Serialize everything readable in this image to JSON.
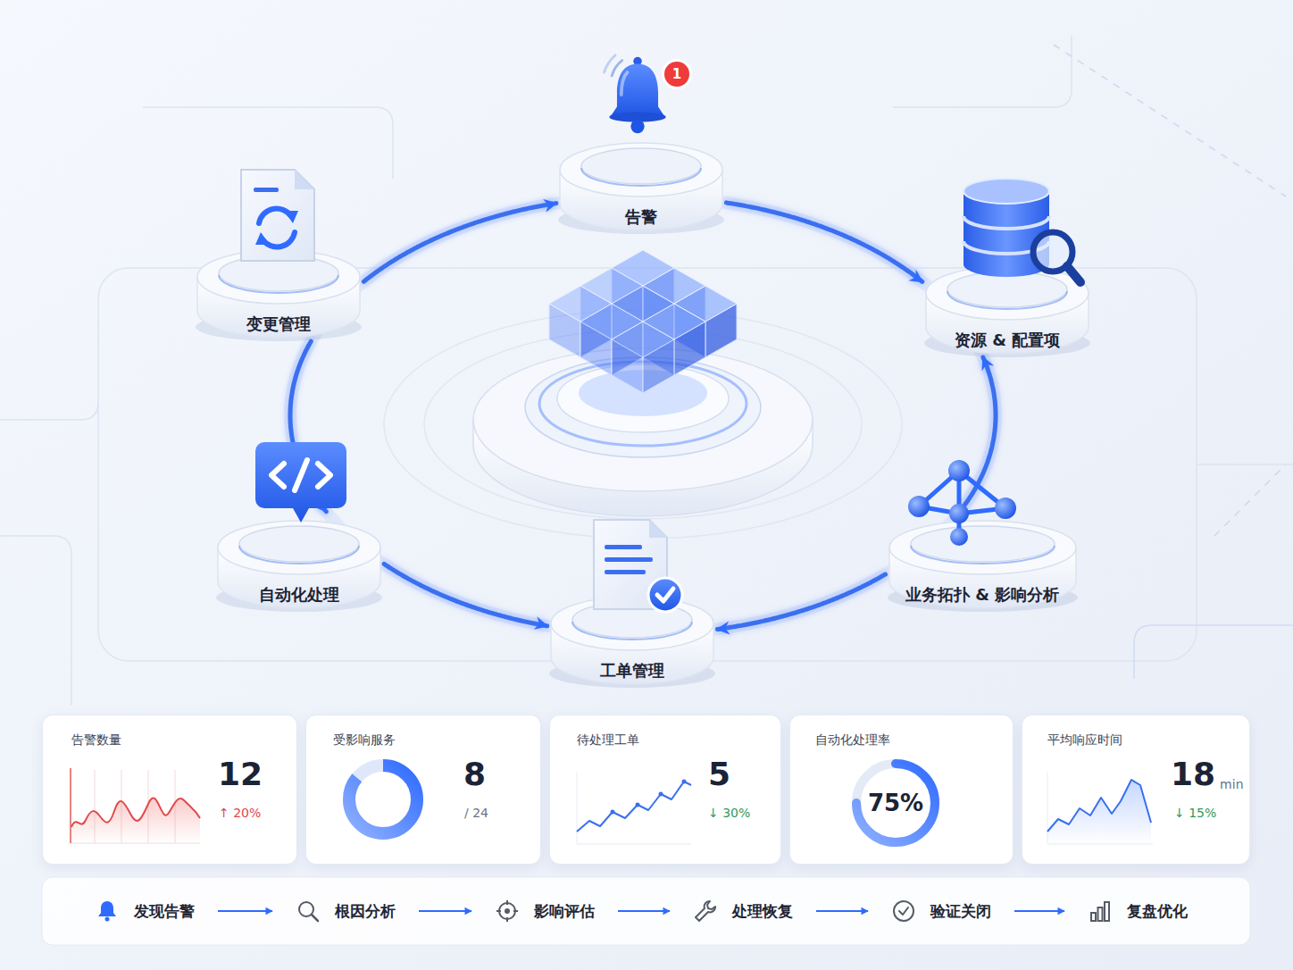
{
  "diagram": {
    "nodes": [
      {
        "text": [
          "告警"
        ]
      },
      {
        "text": [
          "变更管理"
        ]
      },
      {
        "text": [
          "资源 & 配置项"
        ]
      },
      {
        "text": [
          "自动化处理"
        ]
      },
      {
        "text": [
          "业务拓扑 & 影响分析"
        ]
      },
      {
        "text": [
          "工单管理"
        ]
      },
      {
        "text": [
          "告警数量",
          "12",
          "↑ 20%"
        ]
      },
      {
        "text": [
          "受影响服务",
          "8",
          "/ 24"
        ]
      },
      {
        "text": [
          "待处理工单",
          "5",
          "↓ 30%"
        ]
      },
      {
        "text": [
          "自动化处理率",
          "75%"
        ]
      },
      {
        "text": [
          "平均响应时间",
          "18",
          "min",
          "↓ 15%"
        ]
      },
      {
        "text": [
          "发现告警"
        ]
      },
      {
        "text": [
          "根因分析"
        ]
      },
      {
        "text": [
          "影响评估"
        ]
      },
      {
        "text": [
          "处理恢复"
        ]
      },
      {
        "text": [
          "验证关闭"
        ]
      },
      {
        "text": [
          "复盘优化"
        ]
      }
    ],
    "edges": [
      {
        "from": 1,
        "to": 0,
        "arrow": "to"
      },
      {
        "from": 0,
        "to": 2,
        "arrow": "to"
      },
      {
        "from": 4,
        "to": 2,
        "arrow": "to"
      },
      {
        "from": 4,
        "to": 5,
        "arrow": "to"
      },
      {
        "from": 3,
        "to": 5,
        "arrow": "to"
      },
      {
        "from": 1,
        "to": 3,
        "arrow": "to"
      },
      {
        "from": 11,
        "to": 12,
        "arrow": "to"
      },
      {
        "from": 12,
        "to": 13,
        "arrow": "to"
      },
      {
        "from": 13,
        "to": 14,
        "arrow": "to"
      },
      {
        "from": 14,
        "to": 15,
        "arrow": "to"
      },
      {
        "from": 15,
        "to": 16,
        "arrow": "to"
      }
    ],
    "labels": [
      "1"
    ]
  }
}
